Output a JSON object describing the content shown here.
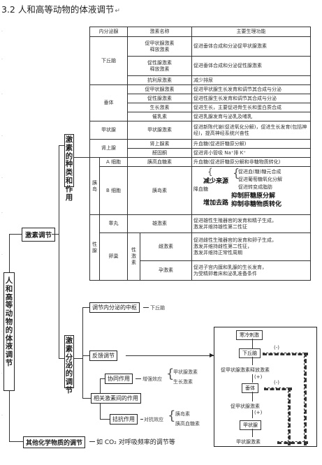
{
  "title": "3.2 人和高等动物的体液调节",
  "return_mark": "↵",
  "root_label": "人和高等动物的体液调节",
  "hormone_reg": "激素调节",
  "hormone_types": "激素的种类和作用",
  "secretion_reg": "激素分泌的调节",
  "other_reg": "其他化学物质的调节",
  "other_desc": "如 CO₂ 对呼吸频率的调节等",
  "table": {
    "headers": [
      "内分泌腺",
      "激素名称",
      "主要生理功能"
    ],
    "hypothalamus": "下丘脑",
    "pituitary": "垂体",
    "thyroid": "甲状腺",
    "adrenal": "肾上腺",
    "islet": "胰岛",
    "a_cell": "A 细胞",
    "b_cell": "B 细胞",
    "gonad": "性腺",
    "testis": "睾丸",
    "ovary": "卵巢",
    "sex_hormone": "性激素",
    "rows": {
      "trh": [
        "促甲状腺激素",
        "释放激素"
      ],
      "trh_fn": "促进垂体合成和分泌促甲状腺激素",
      "gnrh": [
        "促性腺激素",
        "释放激素"
      ],
      "gnrh_fn": "促进垂体合成和分泌促性腺激素",
      "adh": "抗利尿激素",
      "adh_fn": "减少排尿",
      "tsh": "促甲状腺激素",
      "tsh_fn": "促进甲状腺生长发育和调节其合成与分泌",
      "gth": "促性腺激素",
      "gth_fn": "促进性腺生长发育和调节其合成与分泌",
      "gh": "生长激素",
      "gh_fn": "促进生长，主要促进骨生长和蛋白质合成",
      "prl": "催乳素",
      "prl_fn": "促进乳腺发育与泌乳及哺乳",
      "th": "甲状腺激素",
      "th_fn": "促进新陈代谢(促进氧化分解)，促进生长发育(包括神经)，提高神经系统兴奋性",
      "epi": "肾上腺素",
      "epi_fn": "升血糖(促进肝糖原分解)",
      "ald": "醛固酮",
      "ald_fn": "促进肾小管吸 Na⁺排 K⁺",
      "glucagon": "胰高血糖素",
      "glucagon_fn": "升血糖(促进肝糖原分解和非糖物质转化)",
      "insulin": "胰岛素",
      "insulin_fn": [
        "促进血(糖)糖元合成",
        "促进葡萄糖氧化分解",
        "促进转变成脂肪"
      ],
      "reduce_src": "减少来源",
      "increase_go": "增加去路",
      "inhibit": [
        "抑制肝糖原分解",
        "抑制非糖物质转化"
      ],
      "lower_glucose": "降血糖",
      "androgen": "雄激素",
      "androgen_fn": [
        "促进雄性生殖器官的发育和精子生成，",
        "激发并维持雄性第二性征"
      ],
      "estrogen": "雌激素",
      "estrogen_fn": [
        "促进雌性生殖器官的发育和卵子生成，",
        "激发并维持雌性第二性征，",
        "激发并维持正常性周期"
      ],
      "progesterone": "孕激素",
      "progesterone_fn": [
        "促进子宫内膜和乳腺的生长发育，",
        "为受精卵着床和泌乳准备条件"
      ]
    }
  },
  "secretion": {
    "center": "调节内分泌的中枢",
    "center_target": "下丘脑",
    "feedback": "反馈调节",
    "between": "相关激素间的作用",
    "synergy": "协同作用",
    "synergy_eg": "增强效应",
    "synergy_items": [
      "甲状腺激素",
      "生长激素"
    ],
    "antagonism": "拮抗作用",
    "antagonism_eg": "对抗效应",
    "antagonism_items": [
      "胰岛素",
      "胰高血糖素"
    ]
  },
  "flow": {
    "stimulus": "寒冷刺激",
    "hypothalamus": "下丘脑",
    "trh": "促甲状腺激素释放激素",
    "pituitary": "垂体",
    "tsh": "促甲状腺激素",
    "thyroid": "甲状腺",
    "th": "甲状腺激素",
    "plus": "(+)",
    "minus": "(-)"
  }
}
